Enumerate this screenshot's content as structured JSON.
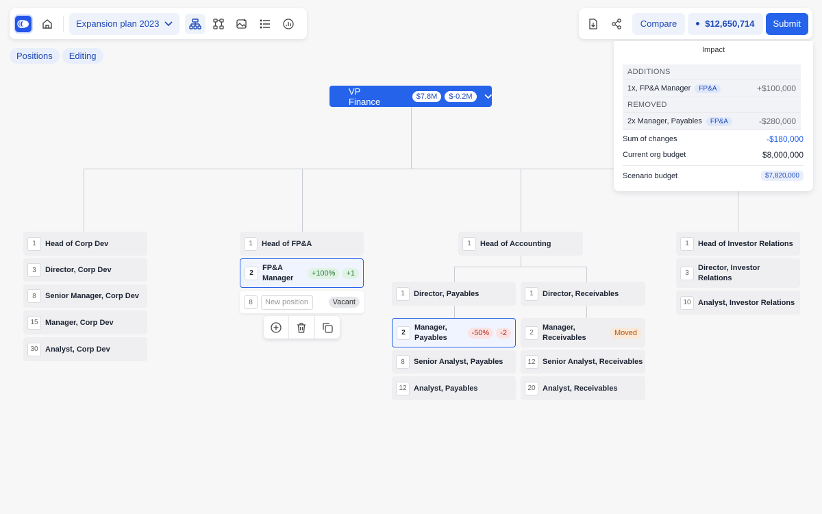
{
  "toolbar": {
    "plan_name": "Expansion plan 2023",
    "compare_label": "Compare",
    "budget_total": "$12,650,714",
    "submit_label": "Submit"
  },
  "mode_pills": [
    "Positions",
    "Editing"
  ],
  "impact": {
    "title": "Impact",
    "additions_label": "ADDITIONS",
    "additions": [
      {
        "text": "1x, FP&A Manager",
        "tag": "FP&A",
        "amount": "+$100,000"
      }
    ],
    "removed_label": "REMOVED",
    "removed": [
      {
        "text": "2x Manager, Payables",
        "tag": "FP&A",
        "amount": "-$280,000"
      }
    ],
    "sum_label": "Sum of changes",
    "sum_value": "-$180,000",
    "current_label": "Current org budget",
    "current_value": "$8,000,000",
    "scenario_label": "Scenario budget",
    "scenario_value": "$7,820,000"
  },
  "root": {
    "title": "VP Finance",
    "budget": "$7.8M",
    "delta": "$-0.2M"
  },
  "corp_dev": [
    {
      "count": "1",
      "title": "Head of Corp Dev"
    },
    {
      "count": "3",
      "title": "Director, Corp Dev"
    },
    {
      "count": "8",
      "title": "Senior Manager, Corp Dev"
    },
    {
      "count": "15",
      "title": "Manager, Corp Dev"
    },
    {
      "count": "30",
      "title": "Analyst, Corp Dev"
    }
  ],
  "fpa": {
    "head": {
      "count": "1",
      "title": "Head of FP&A"
    },
    "manager": {
      "count": "2",
      "title": "FP&A Manager",
      "pct": "+100%",
      "delta": "+1"
    },
    "vacant": {
      "count": "8",
      "placeholder": "New position",
      "status": "Vacant"
    }
  },
  "accounting": {
    "head": {
      "count": "1",
      "title": "Head of Accounting"
    },
    "payables": [
      {
        "count": "1",
        "title": "Director, Payables"
      },
      {
        "count": "2",
        "title": "Manager, Payables",
        "pct": "-50%",
        "delta": "-2"
      },
      {
        "count": "8",
        "title": "Senior Analyst, Payables"
      },
      {
        "count": "12",
        "title": "Analyst, Payables"
      }
    ],
    "receivables": [
      {
        "count": "1",
        "title": "Director, Receivables"
      },
      {
        "count": "2",
        "title": "Manager, Receivables",
        "status": "Moved"
      },
      {
        "count": "12",
        "title": "Senior Analyst, Receivables"
      },
      {
        "count": "20",
        "title": "Analyst, Receivables"
      }
    ]
  },
  "investor_relations": [
    {
      "count": "1",
      "title": "Head of Investor Relations"
    },
    {
      "count": "3",
      "title": "Director, Investor Relations"
    },
    {
      "count": "10",
      "title": "Analyst, Investor Relations"
    }
  ],
  "colors": {
    "accent": "#2563eb",
    "accent_light": "#eef3fb",
    "positive": "#2a7a3c",
    "negative": "#b3261e",
    "moved": "#b1560d"
  }
}
